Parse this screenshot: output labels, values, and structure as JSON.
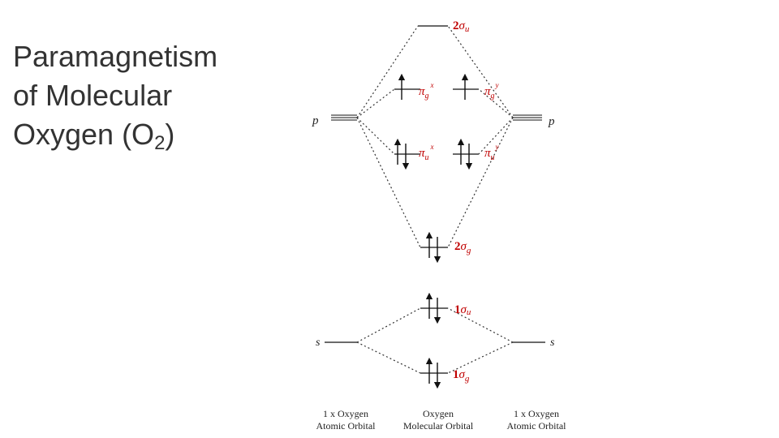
{
  "slide": {
    "title_line1": "Paramagnetism",
    "title_line2": "of Molecular",
    "title_line3_prefix": "Oxygen (O",
    "title_subscript": "2",
    "title_line3_suffix": ")"
  },
  "diagram": {
    "levels": {
      "sigma_u_2": {
        "num": "2",
        "greek": "σ",
        "sub": "u"
      },
      "pi_g_x": {
        "greek": "π",
        "sub": "g",
        "sup": "x"
      },
      "pi_g_y": {
        "greek": "π",
        "sub": "g",
        "sup": "y"
      },
      "pi_u_x": {
        "greek": "π",
        "sub": "u",
        "sup": "x"
      },
      "pi_u_y": {
        "greek": "π",
        "sub": "u",
        "sup": "y"
      },
      "sigma_g_2": {
        "num": "2",
        "greek": "σ",
        "sub": "g"
      },
      "sigma_u_1": {
        "num": "1",
        "greek": "σ",
        "sub": "u"
      },
      "sigma_g_1": {
        "num": "1",
        "greek": "σ",
        "sub": "g"
      }
    },
    "atomic": {
      "left_p": "p",
      "right_p": "p",
      "left_s": "s",
      "right_s": "s"
    },
    "footer": {
      "left_line1": "1 x Oxygen",
      "left_line2": "Atomic Orbital",
      "center_line1": "Oxygen",
      "center_line2": "Molecular Orbital",
      "right_line1": "1 x Oxygen",
      "right_line2": "Atomic Orbital"
    }
  }
}
